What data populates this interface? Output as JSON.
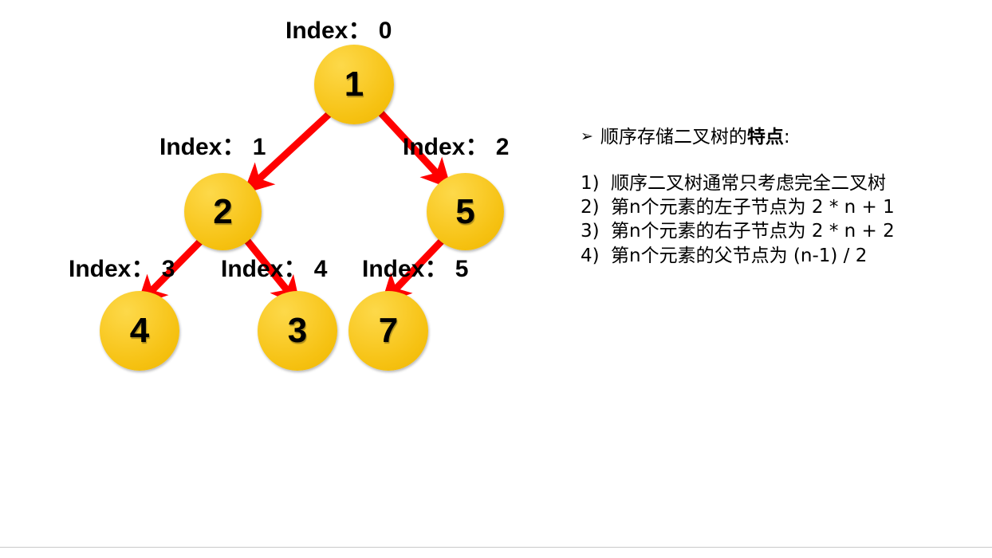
{
  "diagram": {
    "title_hidden": "",
    "nodes": [
      {
        "value": "1",
        "index_label": "Index： 0"
      },
      {
        "value": "2",
        "index_label": "Index： 1"
      },
      {
        "value": "5",
        "index_label": "Index： 2"
      },
      {
        "value": "4",
        "index_label": "Index： 3"
      },
      {
        "value": "3",
        "index_label": "Index： 4"
      },
      {
        "value": "7",
        "index_label": "Index： 5"
      }
    ],
    "edge_color": "#FF0000",
    "node_fill_light": "#FDD94A",
    "node_fill_dark": "#EFB600",
    "text_color": "#000000"
  },
  "notes": {
    "bullet_glyph": "➢",
    "heading_plain": "顺序存储二叉树的",
    "heading_bold": "特点",
    "heading_tail": ":",
    "items": [
      {
        "marker": "1)",
        "text": "顺序二叉树通常只考虑完全二叉树"
      },
      {
        "marker": "2)",
        "text": "第n个元素的左子节点为 2 * n + 1"
      },
      {
        "marker": "3)",
        "text": "第n个元素的右子节点为 2 * n + 2"
      },
      {
        "marker": "4)",
        "text": "第n个元素的父节点为 (n-1) / 2"
      }
    ]
  }
}
